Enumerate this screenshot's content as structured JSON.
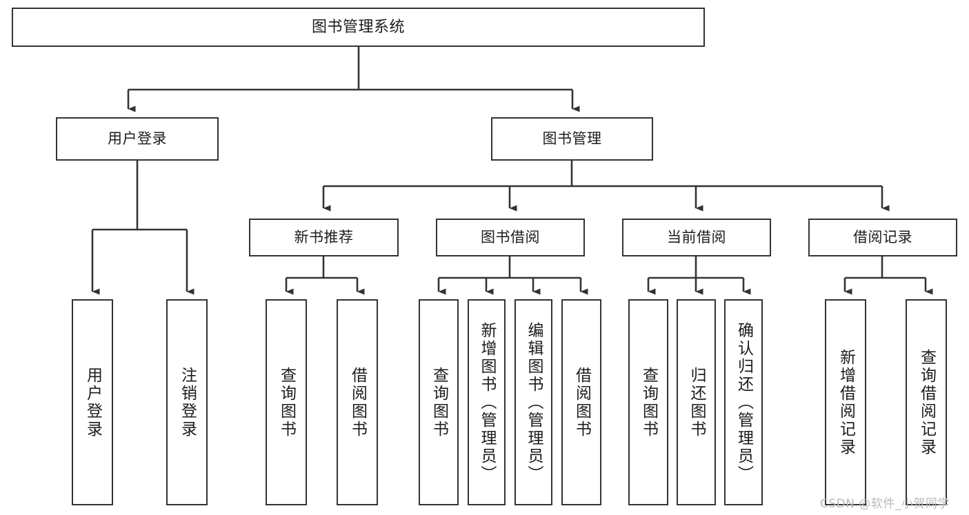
{
  "diagram": {
    "title": "图书管理系统",
    "type": "tree-hierarchy-chart",
    "orientation": "top-down",
    "line_color": "#333333",
    "box_fill": "#ffffff",
    "text_color": "#1c1c1c"
  },
  "root": {
    "label": "图书管理系统"
  },
  "level2": [
    {
      "label": "用户登录"
    },
    {
      "label": "图书管理"
    }
  ],
  "level3": [
    {
      "label": "新书推荐"
    },
    {
      "label": "图书借阅"
    },
    {
      "label": "当前借阅"
    },
    {
      "label": "借阅记录"
    }
  ],
  "leaves": {
    "user_login": [
      {
        "label": "用户登录"
      },
      {
        "label": "注销登录"
      }
    ],
    "new_book": [
      {
        "label": "查询图书"
      },
      {
        "label": "借阅图书"
      }
    ],
    "book_borrow": [
      {
        "label": "查询图书"
      },
      {
        "label": "新增图书（管理员）"
      },
      {
        "label": "编辑图书（管理员）"
      },
      {
        "label": "借阅图书"
      }
    ],
    "current_borrow": [
      {
        "label": "查询图书"
      },
      {
        "label": "归还图书"
      },
      {
        "label": "确认归还（管理员）"
      }
    ],
    "borrow_record": [
      {
        "label": "新增借阅记录"
      },
      {
        "label": "查询借阅记录"
      }
    ]
  },
  "watermark": {
    "text": "CSDN @软件_小贺同学"
  }
}
